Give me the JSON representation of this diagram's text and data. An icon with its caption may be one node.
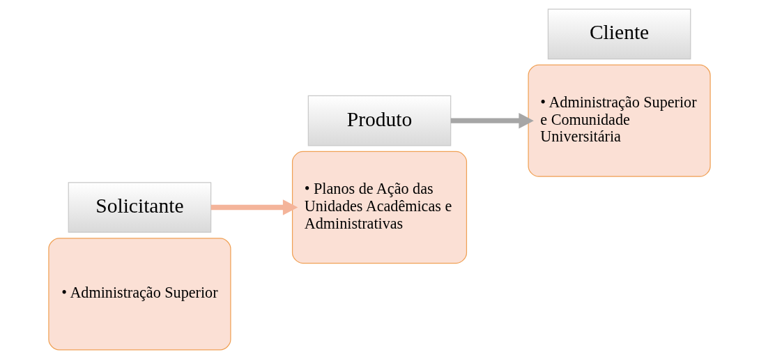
{
  "diagram": {
    "nodes": [
      {
        "text": [
          "• Administração Superior"
        ]
      },
      {
        "text": [
          "Solicitante"
        ]
      },
      {
        "text": [
          "• Planos de Ação das Unidades Acadêmicas e Administrativas"
        ]
      },
      {
        "text": [
          "Produto"
        ]
      },
      {
        "text": [
          "• Administração Superior e Comunidade Universitária"
        ]
      },
      {
        "text": [
          "Cliente"
        ]
      }
    ],
    "edges": [
      {
        "from": 1,
        "to": 2,
        "arrow": "to",
        "color": "#f4b49a"
      },
      {
        "from": 3,
        "to": 4,
        "arrow": "to",
        "color": "#a6a6a6"
      }
    ]
  }
}
